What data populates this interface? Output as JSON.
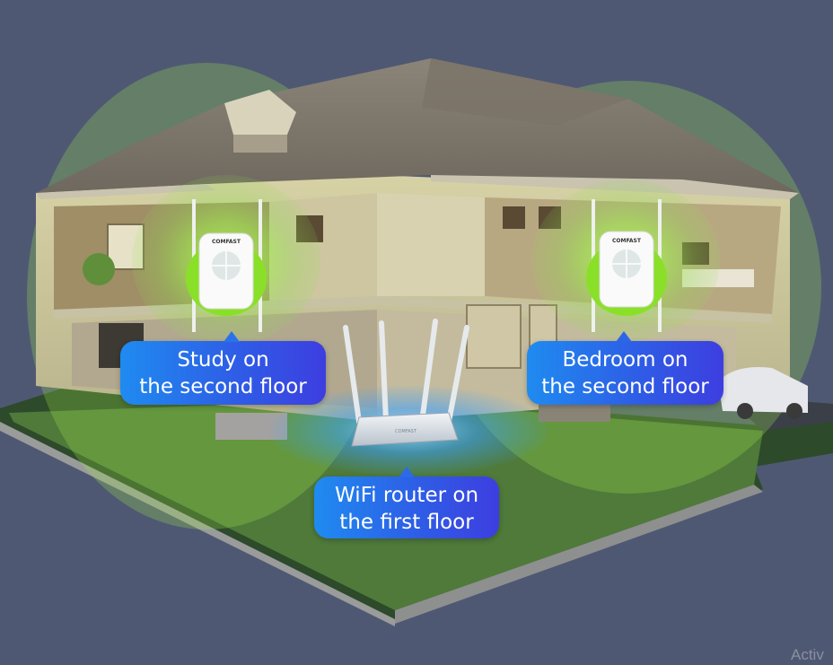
{
  "callouts": {
    "study": {
      "line1": "Study on",
      "line2": "the second floor"
    },
    "bedroom": {
      "line1": "Bedroom on",
      "line2": "the second floor"
    },
    "router": {
      "line1": "WiFi router on",
      "line2": "the first floor"
    }
  },
  "devices": {
    "extender_brand": "COMFAST",
    "router_brand": "COMFAST"
  },
  "watermark": "Activ",
  "colors": {
    "background": "#4f5873",
    "coverage_green": "#9cf24a",
    "coverage_blue": "#3aa0ff",
    "callout_start": "#1f8bf0",
    "callout_end": "#3d3ee0"
  },
  "icons": {
    "extender_left": "wifi-extender-icon",
    "extender_right": "wifi-extender-icon",
    "router": "wifi-router-icon"
  }
}
